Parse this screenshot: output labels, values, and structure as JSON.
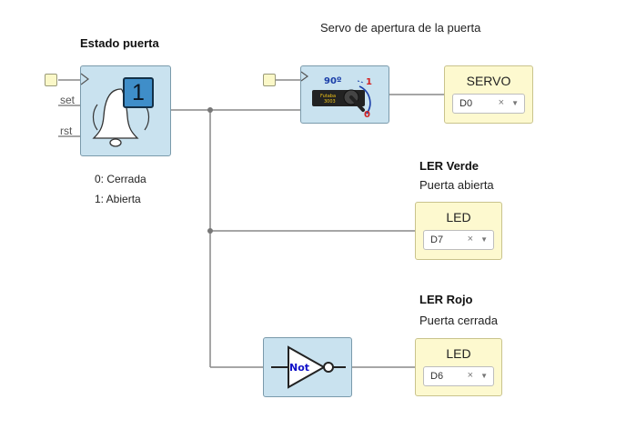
{
  "header": {
    "servo_title": "Servo de apertura de la puerta"
  },
  "state_block": {
    "title": "Estado puerta",
    "digit": "1",
    "pin_set": "set",
    "pin_rst": "rst",
    "desc_line1": "0: Cerrada",
    "desc_line2": "1: Abierta"
  },
  "servo_block": {
    "angle_label": "90º",
    "range_max": "1",
    "range_min": "0",
    "brand_line1": "Futaba",
    "brand_line2": "3003"
  },
  "devices": {
    "servo": {
      "title": "SERVO",
      "value": "D0"
    },
    "led_green": {
      "heading": "LER Verde",
      "subtitle": "Puerta abierta",
      "title": "LED",
      "value": "D7"
    },
    "led_red": {
      "heading": "LER Rojo",
      "subtitle": "Puerta cerrada",
      "title": "LED",
      "value": "D6"
    }
  },
  "not_block": {
    "label": "Not"
  },
  "icons": {
    "bell": "bell-icon",
    "servo": "servo-motor-icon",
    "not_gate": "not-gate-icon",
    "clear": "clear-icon",
    "dropdown": "chevron-down-icon"
  },
  "colors": {
    "block_fill": "#c9e2ef",
    "device_fill": "#fdf9cf",
    "wire": "#888888",
    "not_text": "#1010c8",
    "digit_fill": "#3f8ec9"
  },
  "symbols": {
    "clear": "×",
    "dropdown": "▼"
  }
}
